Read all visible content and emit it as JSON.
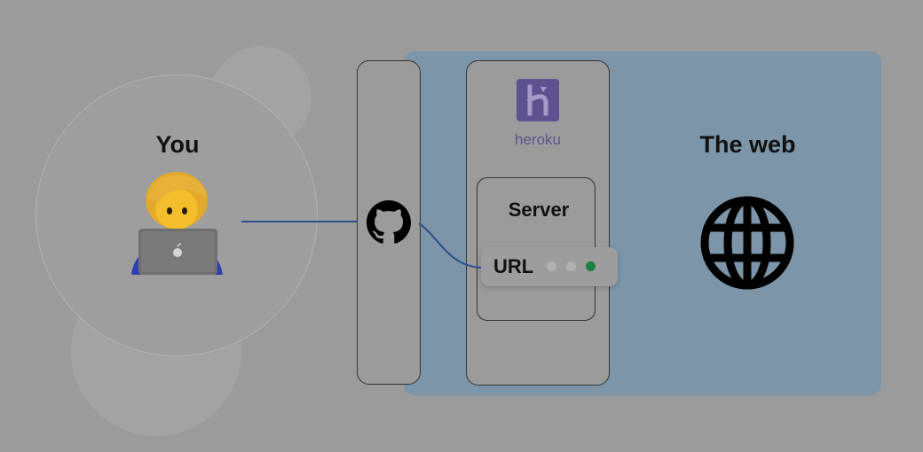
{
  "diagram": {
    "you": {
      "label": "You",
      "person_icon": "developer-with-laptop-icon"
    },
    "github": {
      "icon": "github-icon"
    },
    "heroku": {
      "logo_icon": "heroku-logo-icon",
      "name": "heroku"
    },
    "server": {
      "label": "Server"
    },
    "url": {
      "label": "URL",
      "status_dots": [
        "inactive",
        "inactive",
        "active"
      ]
    },
    "web": {
      "label": "The web",
      "icon": "globe-icon"
    }
  },
  "colors": {
    "panel_web": "#7c95a8",
    "heroku_purple": "#5e5190",
    "connector_line": "#2a4f8c",
    "status_active": "#1d7f45",
    "status_inactive": "#b1b1b1"
  }
}
